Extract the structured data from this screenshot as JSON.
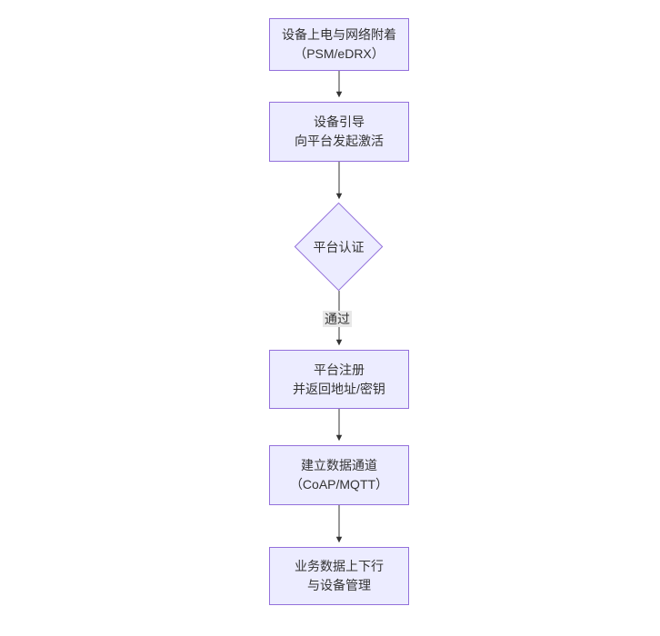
{
  "colors": {
    "canvas_bg": "#ffffff",
    "node_fill": "#ECECFF",
    "node_border": "#9370DB",
    "text": "#333333",
    "arrow": "#333333",
    "edge_label_bg": "#e8e8e8"
  },
  "diagram": {
    "type": "flowchart-top-down",
    "nodes": [
      {
        "shape": "rect",
        "lines": [
          "设备上电与网络附着",
          "（PSM/eDRX）"
        ]
      },
      {
        "shape": "rect",
        "lines": [
          "设备引导",
          "向平台发起激活"
        ]
      },
      {
        "shape": "diamond",
        "lines": [
          "平台认证"
        ]
      },
      {
        "shape": "rect",
        "lines": [
          "平台注册",
          "并返回地址/密钥"
        ]
      },
      {
        "shape": "rect",
        "lines": [
          "建立数据通道",
          "（CoAP/MQTT）"
        ]
      },
      {
        "shape": "rect",
        "lines": [
          "业务数据上下行",
          "与设备管理"
        ]
      }
    ],
    "edge_labels": [
      {
        "from": "平台认证",
        "to": "平台注册",
        "text": "通过"
      }
    ]
  }
}
